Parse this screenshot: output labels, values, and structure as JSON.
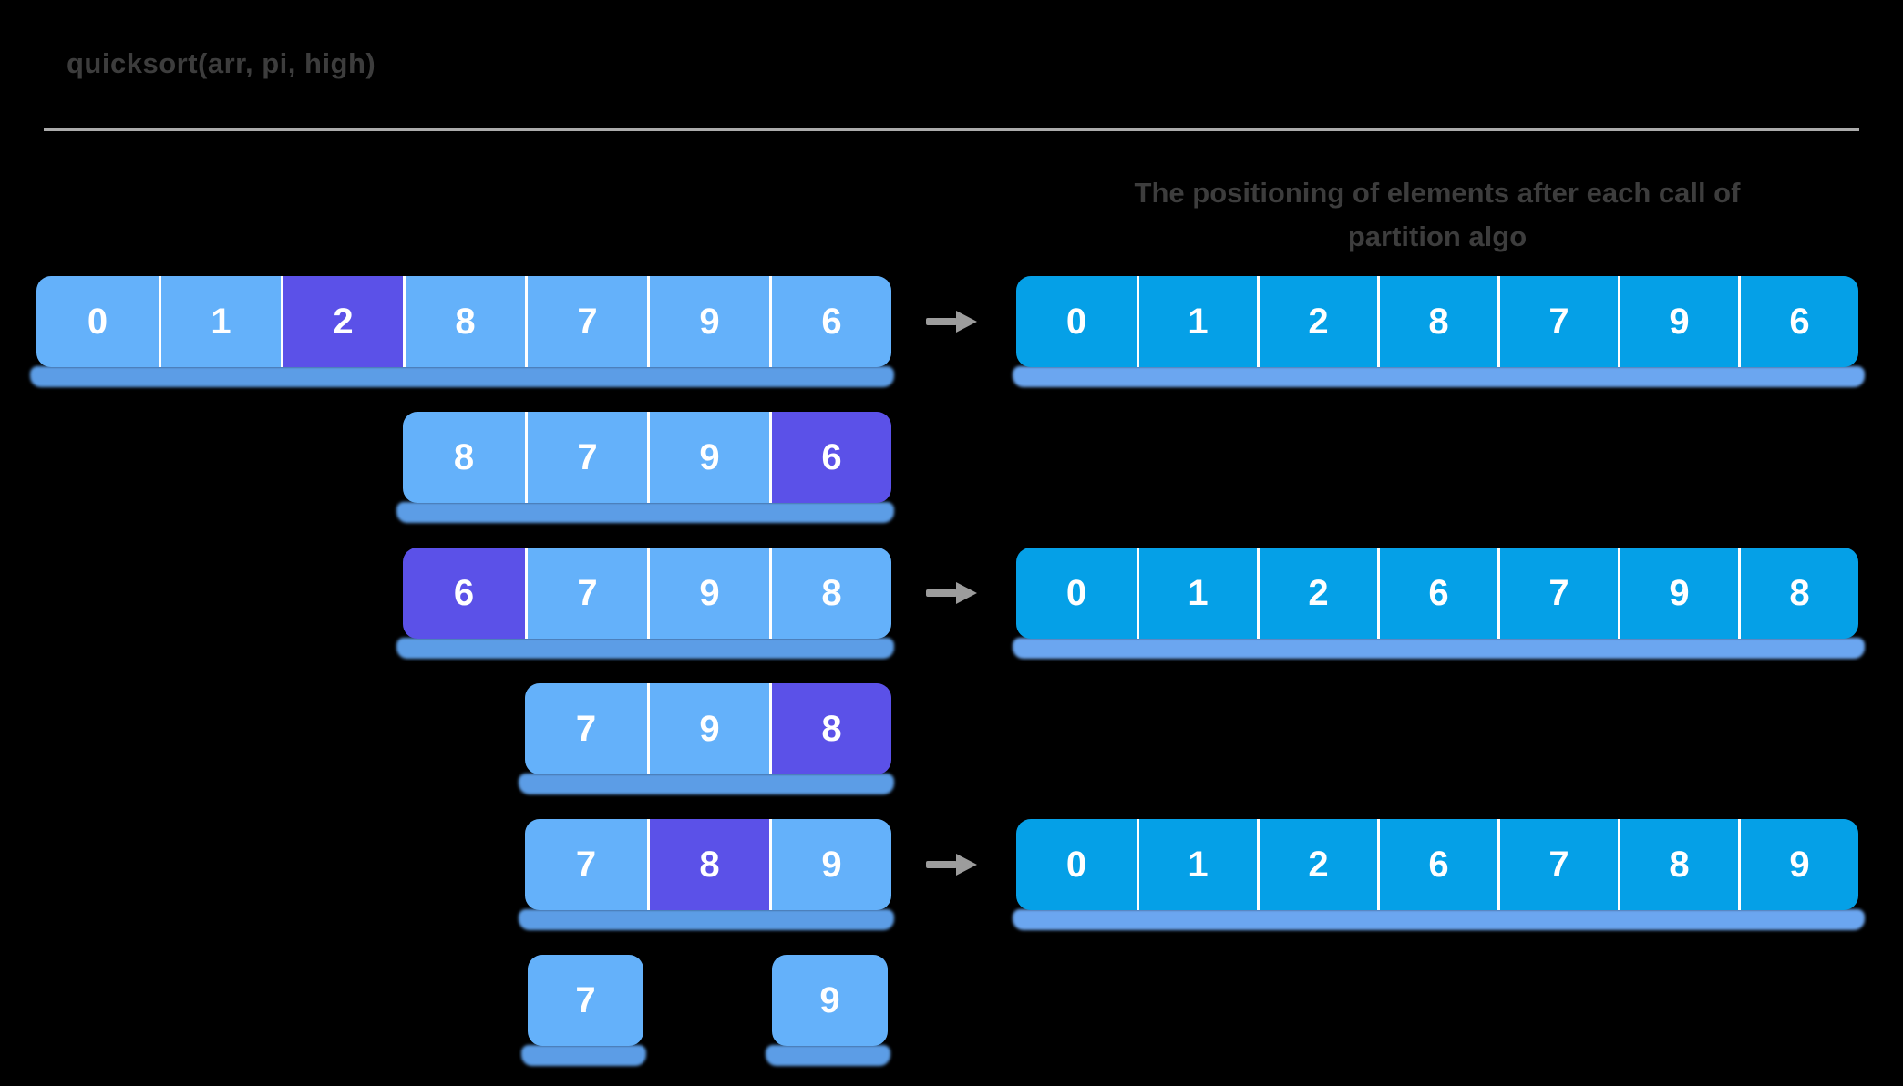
{
  "title": "quicksort(arr, pi, high)",
  "result_header": {
    "line1": "The positioning of elements after each call of",
    "line2": "partition algo"
  },
  "colors": {
    "background": "#000000",
    "heading_text": "#3D3D3D",
    "divider_rule": "#ABABAB",
    "subarray_cell": "#64B1FA",
    "pivot_cell": "#5B51E8",
    "result_cell": "#05A0E7",
    "subarray_shadow": "#5C9DE6",
    "result_shadow": "#6BA6F0",
    "cell_divider": "#FFFFFF",
    "digit_text": "#FFFFFF",
    "arrow": "#9C9C9C"
  },
  "quicksort_steps": [
    {
      "subarray": {
        "values": [
          "0",
          "1",
          "2",
          "8",
          "7",
          "9",
          "6"
        ],
        "pivot_index": 2,
        "start_index": 0
      },
      "arrow_icon": true,
      "result": {
        "values": [
          "0",
          "1",
          "2",
          "8",
          "7",
          "9",
          "6"
        ]
      }
    },
    {
      "subarray": {
        "values": [
          "8",
          "7",
          "9",
          "6"
        ],
        "pivot_index": 3,
        "start_index": 3
      }
    },
    {
      "subarray": {
        "values": [
          "6",
          "7",
          "9",
          "8"
        ],
        "pivot_index": 0,
        "start_index": 3
      },
      "arrow_icon": true,
      "result": {
        "values": [
          "0",
          "1",
          "2",
          "6",
          "7",
          "9",
          "8"
        ]
      }
    },
    {
      "subarray": {
        "values": [
          "7",
          "9",
          "8"
        ],
        "pivot_index": 2,
        "start_index": 4
      }
    },
    {
      "subarray": {
        "values": [
          "7",
          "8",
          "9"
        ],
        "pivot_index": 1,
        "start_index": 4
      },
      "arrow_icon": true,
      "result": {
        "values": [
          "0",
          "1",
          "2",
          "6",
          "7",
          "8",
          "9"
        ]
      }
    },
    {
      "singles": [
        {
          "value": "7",
          "start_index": 4
        },
        {
          "value": "9",
          "start_index": 6
        }
      ]
    }
  ]
}
